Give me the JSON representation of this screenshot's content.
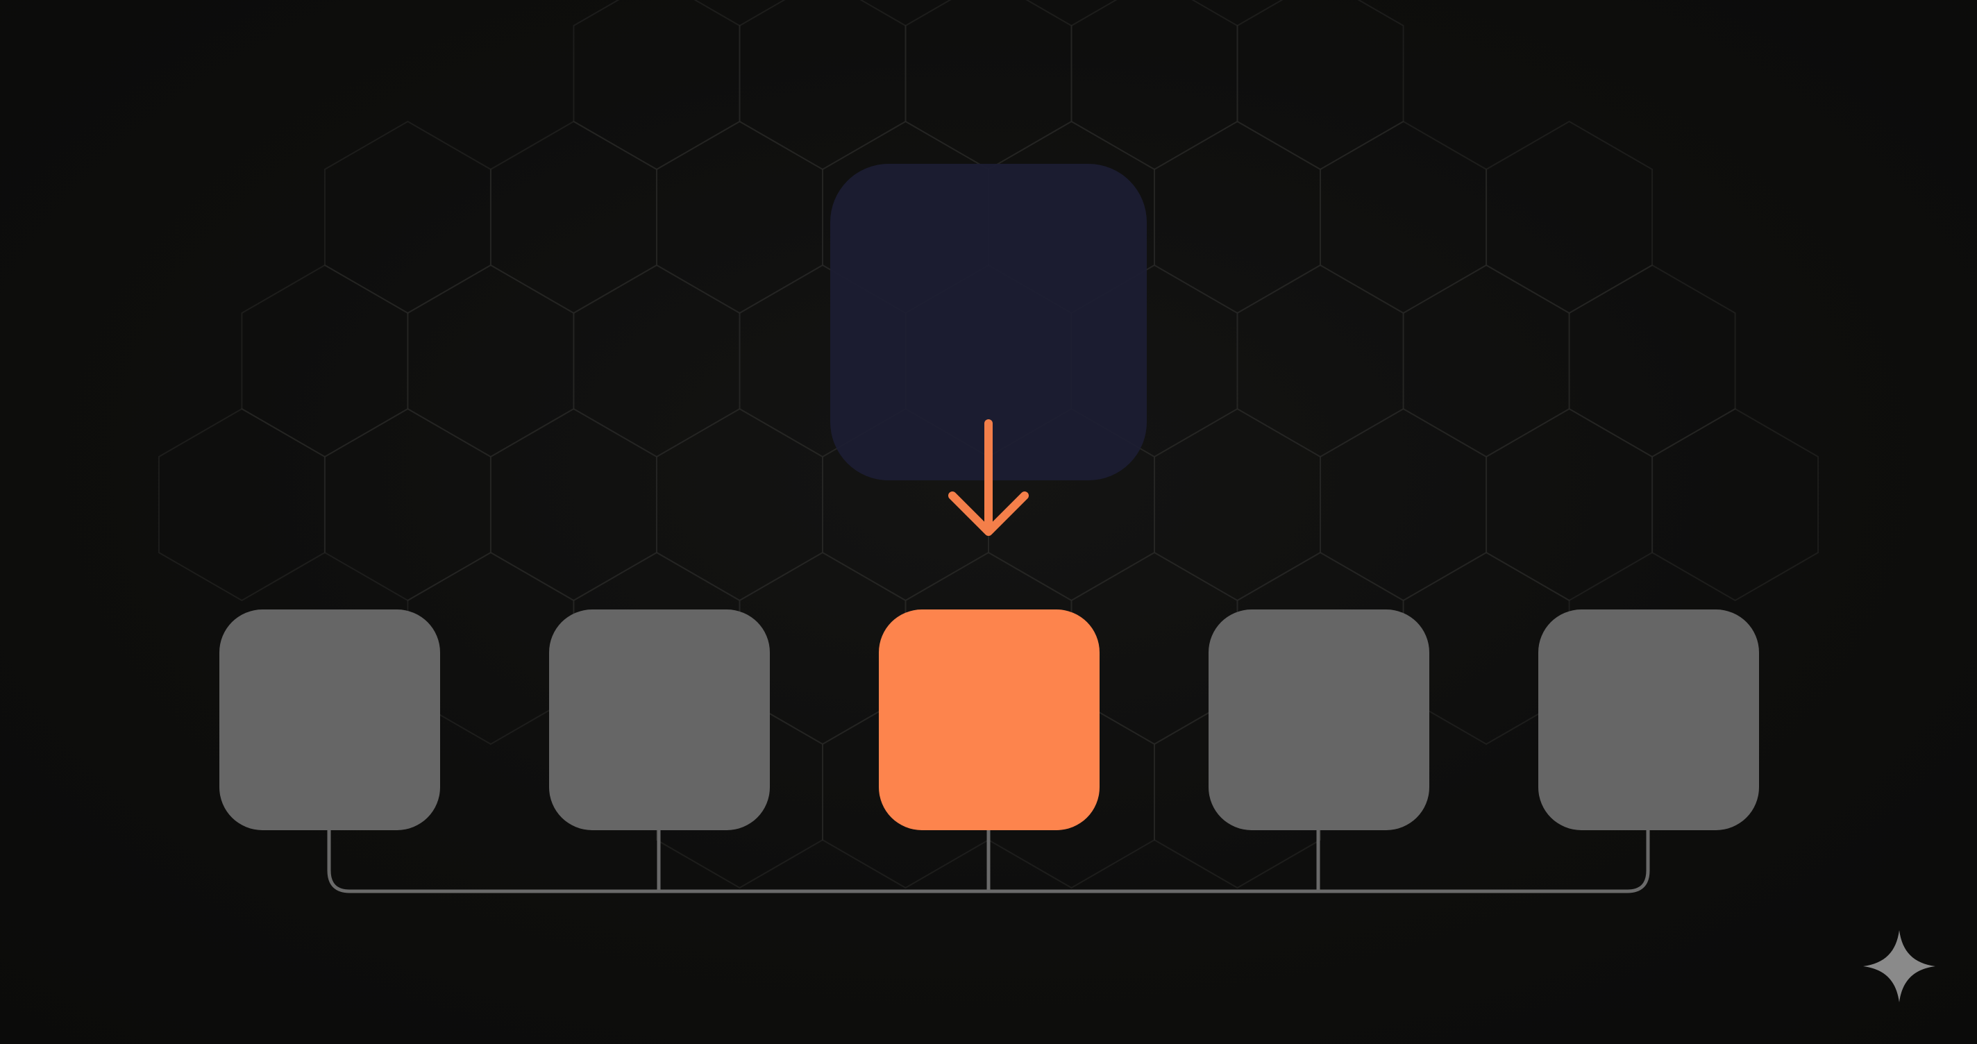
{
  "diagram": {
    "type": "one-to-many-selection",
    "source_node": {
      "color": "#1c1d33"
    },
    "arrow": {
      "color": "#f47f4a",
      "direction": "down"
    },
    "child_nodes": [
      {
        "state": "inactive",
        "color": "#666666"
      },
      {
        "state": "inactive",
        "color": "#666666"
      },
      {
        "state": "selected",
        "color": "#fd844d"
      },
      {
        "state": "inactive",
        "color": "#666666"
      },
      {
        "state": "inactive",
        "color": "#666666"
      }
    ],
    "connector": {
      "color": "#6a6a6a",
      "style": "bus"
    },
    "background": {
      "color": "#0d0d0c",
      "pattern": "hexagonal-grid"
    },
    "corner_icon": "sparkle-icon"
  }
}
